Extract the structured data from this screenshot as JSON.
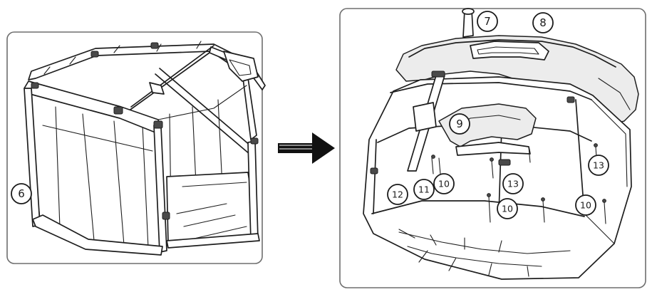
{
  "callouts": {
    "n6": "6",
    "n7": "7",
    "n8": "8",
    "n9": "9",
    "n10a": "10",
    "n10b": "10",
    "n10c": "10",
    "n11": "11",
    "n12": "12",
    "n13a": "13",
    "n13b": "13"
  },
  "colors": {
    "line": "#1e1e1e",
    "panel_border": "#6e6e6e",
    "arrow": "#111111"
  }
}
